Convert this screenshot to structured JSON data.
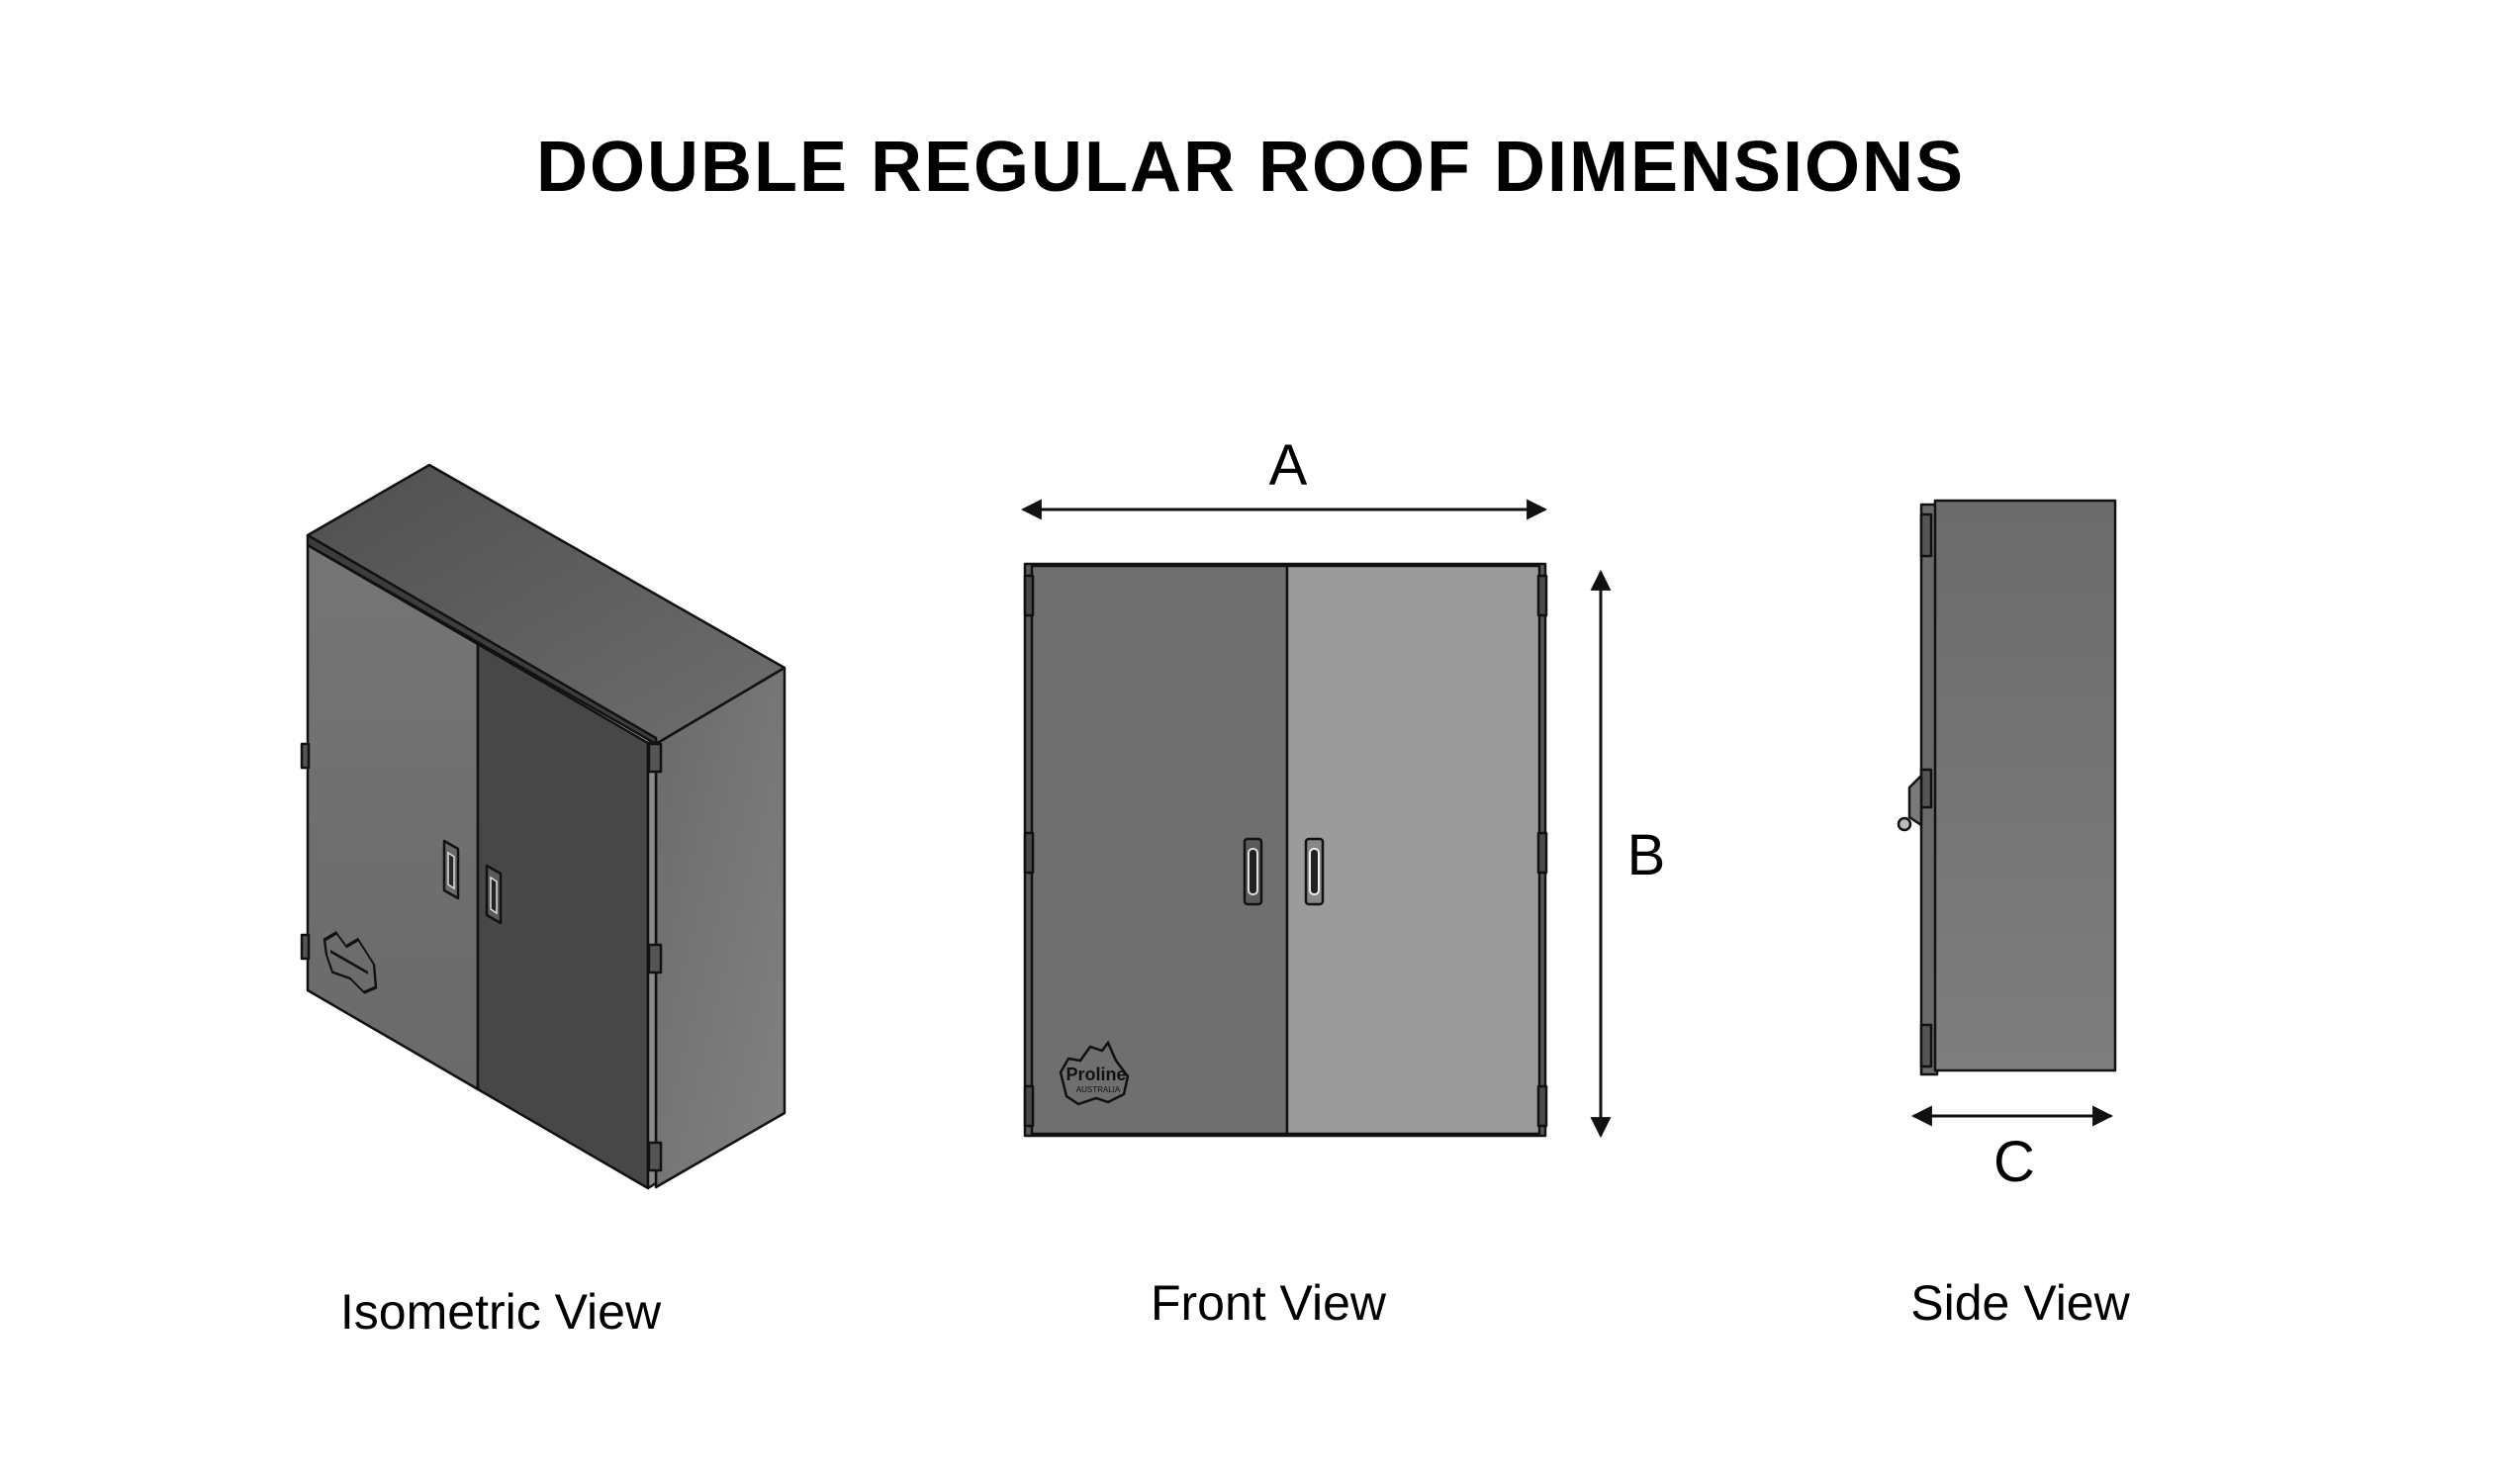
{
  "title": "DOUBLE REGULAR ROOF DIMENSIONS",
  "views": {
    "isometric": {
      "label": "Isometric View"
    },
    "front": {
      "label": "Front View"
    },
    "side": {
      "label": "Side View"
    }
  },
  "dimensions": {
    "width": "A",
    "height": "B",
    "depth": "C"
  },
  "logo": {
    "brand_text": "Proline",
    "sub_text": "AUSTRALIA"
  },
  "colors": {
    "body_dark": "#6e6e6e",
    "door_light": "#9b9b9b",
    "door_dark": "#474747",
    "top_face": "#5f5f5f",
    "side_face": "#7a7a7a",
    "line": "#111111"
  }
}
